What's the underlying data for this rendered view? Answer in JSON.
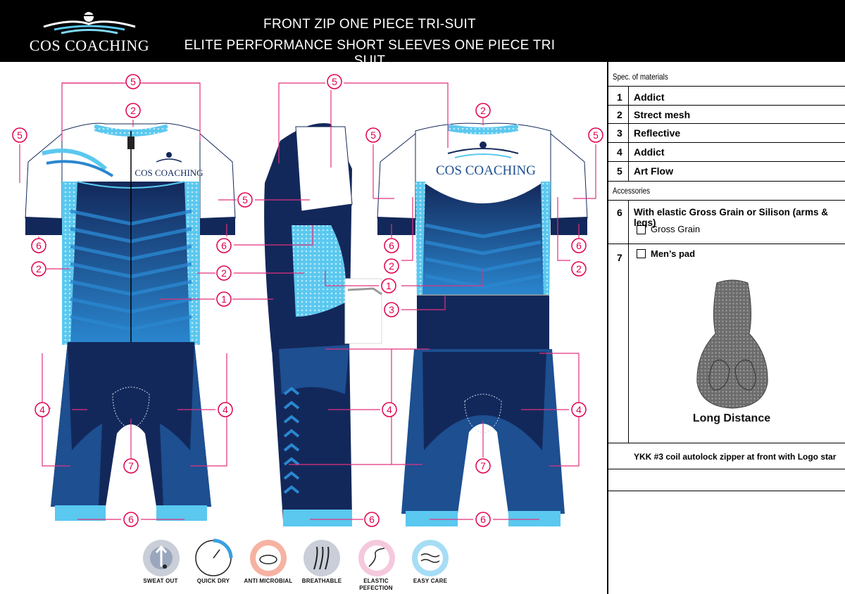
{
  "header": {
    "brand": "COS COACHING",
    "title_line_1": "FRONT ZIP ONE PIECE TRI-SUIT",
    "title_line_2": "ELITE PERFORMANCE SHORT SLEEVES ONE PIECE TRI SUIT"
  },
  "garment": {
    "front_logo_text": "COS COACHING",
    "back_logo_text": "COS COACHING"
  },
  "callouts": {
    "front": [
      "5",
      "2",
      "5",
      "6",
      "2",
      "1",
      "4",
      "4",
      "7",
      "6"
    ],
    "side": [
      "5",
      "5",
      "6",
      "2",
      "1",
      "4",
      "6"
    ],
    "back": [
      "5",
      "2",
      "5",
      "5",
      "6",
      "2",
      "1",
      "3",
      "6",
      "2",
      "4",
      "4",
      "7",
      "6"
    ]
  },
  "spec": {
    "materials_heading": "Spec. of materials",
    "materials": [
      {
        "num": "1",
        "name": "Addict"
      },
      {
        "num": "2",
        "name": "Strect mesh"
      },
      {
        "num": "3",
        "name": "Reflective"
      },
      {
        "num": "4",
        "name": "Addict"
      },
      {
        "num": "5",
        "name": "Art Flow"
      }
    ],
    "accessories_heading": "Accessories",
    "accessory_6": {
      "num": "6",
      "text": "With elastic Gross Grain or Silison (arms & legs)",
      "option": "Gross Grain"
    },
    "accessory_7": {
      "num": "7",
      "option": "Men’s pad",
      "caption": "Long Distance"
    },
    "zipper_note": "YKK #3 coil autolock  zipper at front with Logo star"
  },
  "features": [
    {
      "label": "SWEAT OUT",
      "icon": "sweat-out-icon"
    },
    {
      "label": "QUICK DRY",
      "icon": "quick-dry-icon"
    },
    {
      "label": "ANTI MICROBIAL",
      "icon": "anti-microbial-icon"
    },
    {
      "label": "BREATHABLE",
      "icon": "breathable-icon"
    },
    {
      "label": "ELASTIC",
      "label_2": "PEFECTION",
      "icon": "elastic-perfection-icon"
    },
    {
      "label": "EASY CARE",
      "icon": "easy-care-icon"
    }
  ],
  "colors": {
    "navy": "#13285a",
    "mid_blue": "#1d4f91",
    "light_blue": "#5ac8ef",
    "callout_red": "#e0004d",
    "leader_pink": "#e2307e"
  }
}
